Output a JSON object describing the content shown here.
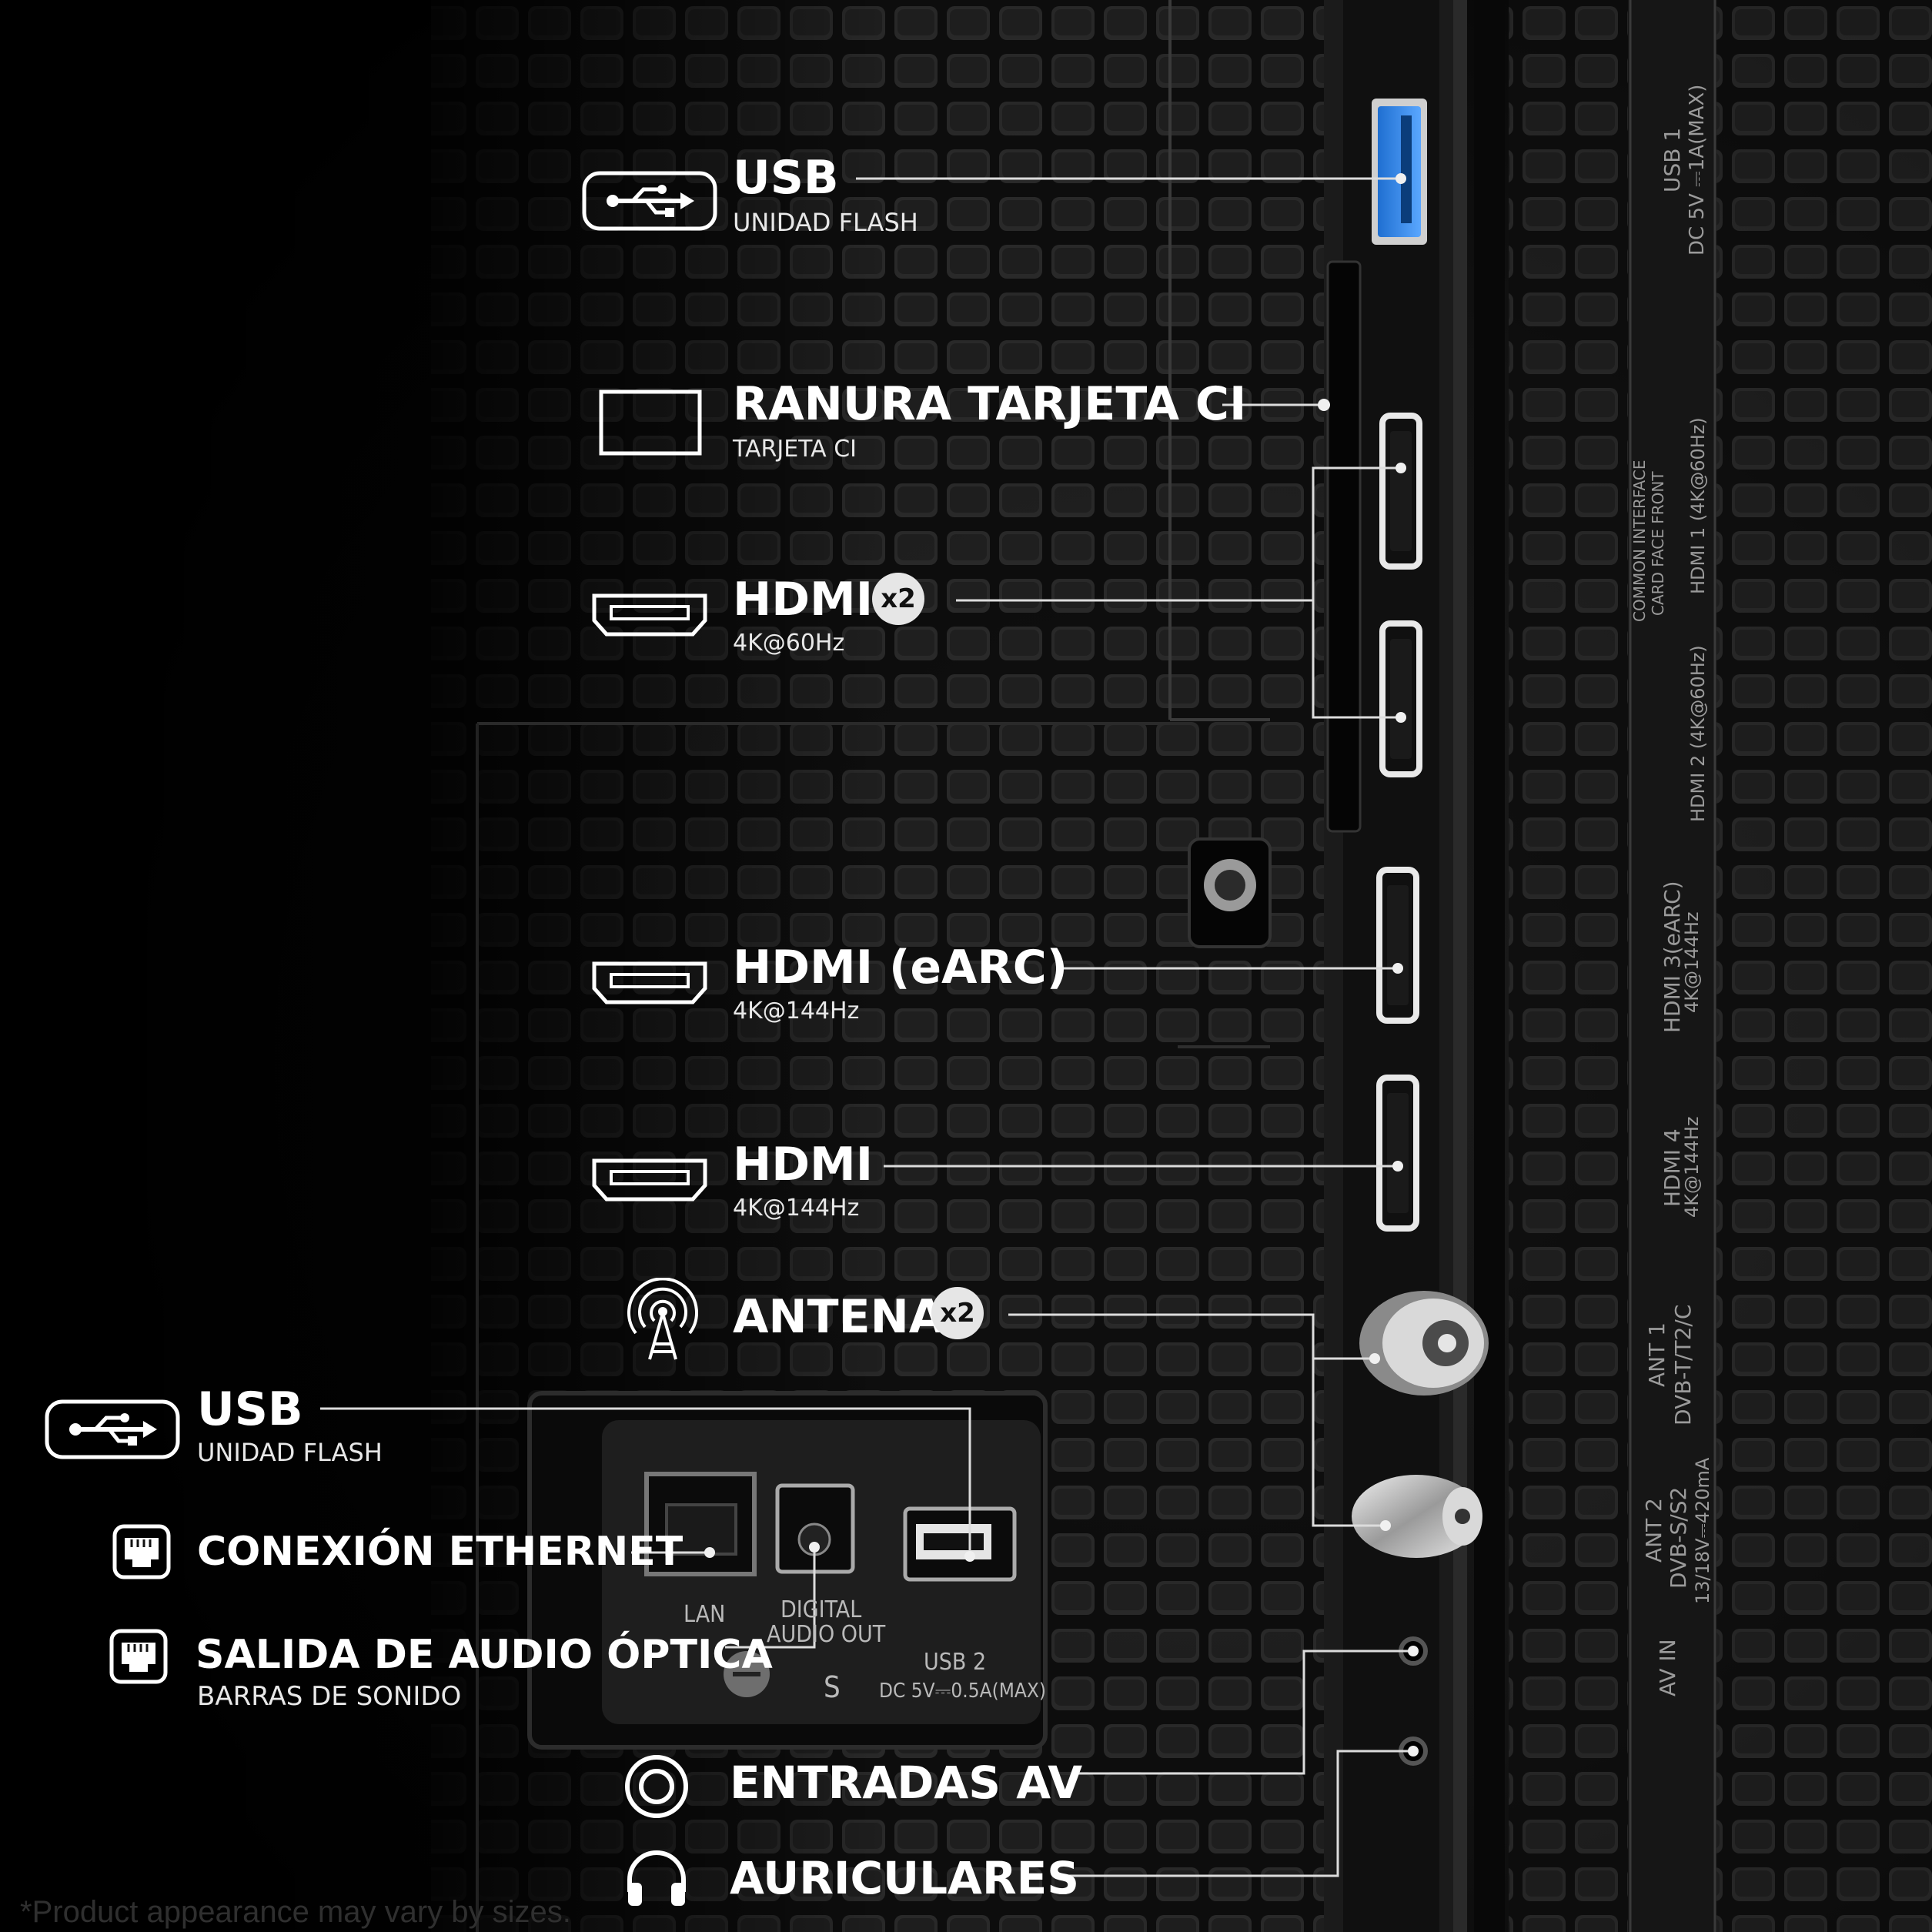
{
  "callouts": {
    "usb_top": {
      "title": "USB",
      "subtitle": "UNIDAD FLASH"
    },
    "ci_slot": {
      "title": "RANURA TARJETA CI",
      "subtitle": "TARJETA CI"
    },
    "hdmi_pair": {
      "title": "HDMI",
      "badge": "x2",
      "subtitle": "4K@60Hz"
    },
    "hdmi_earc": {
      "title": "HDMI (eARC)",
      "subtitle": "4K@144Hz"
    },
    "hdmi_single": {
      "title": "HDMI",
      "subtitle": "4K@144Hz"
    },
    "antenna": {
      "title": "ANTENA",
      "badge": "x2"
    },
    "usb_bottom": {
      "title": "USB",
      "subtitle": "UNIDAD FLASH"
    },
    "ethernet": {
      "title": "CONEXIÓN ETHERNET"
    },
    "optical": {
      "title": "SALIDA DE AUDIO ÓPTICA",
      "subtitle": "BARRAS DE SONIDO"
    },
    "av_in": {
      "title": "ENTRADAS AV"
    },
    "headphones": {
      "title": "AURICULARES"
    }
  },
  "panel_labels": {
    "usb1_a": "USB 1",
    "usb1_b": "DC 5V ⎓1A(MAX)",
    "ci_a": "COMMON INTERFACE",
    "ci_b": "CARD FACE FRONT",
    "hdmi1": "HDMI 1 (4K@60Hz)",
    "hdmi2": "HDMI 2 (4K@60Hz)",
    "hdmi3_a": "HDMI 3(eARC)",
    "hdmi3_b": "4K@144Hz",
    "hdmi4_a": "HDMI 4",
    "hdmi4_b": "4K@144Hz",
    "ant1_a": "ANT 1",
    "ant1_b": "DVB-T/T2/C",
    "ant2_a": "ANT 2",
    "ant2_b": "DVB-S/S2",
    "ant2_c": "13/18V⎓420mA",
    "av_in": "AV IN",
    "lan": "LAN",
    "digital": "DIGITAL",
    "audio_out": "AUDIO OUT",
    "usb2_a": "USB 2",
    "usb2_b": "DC 5V⎓0.5A(MAX)",
    "s_mark": "S"
  },
  "footer": {
    "disclaimer": "*Product appearance may vary by sizes."
  },
  "colors": {
    "background": "#050505",
    "text": "#ffffff",
    "line": "#dddddd",
    "badge": "#e6e6e6"
  }
}
